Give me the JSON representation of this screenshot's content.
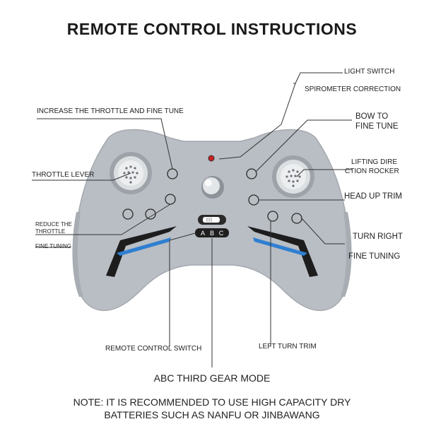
{
  "title": "REMOTE CONTROL INSTRUCTIONS",
  "labels": {
    "light_switch": "LIGHT SWITCH",
    "spirometer_correction": "SPIROMETER CORRECTION",
    "increase_throttle": "INCREASE THE THROTTLE AND FINE TUNE",
    "bow_fine_tune_1": "BOW TO",
    "bow_fine_tune_2": "FINE TUNE",
    "throttle_lever": "THROTTLE LEVER",
    "lifting_rocker_1": "LIFTING DIRE",
    "lifting_rocker_2": "CTION ROCKER",
    "head_up_trim": "HEAD UP TRIM",
    "reduce_throttle_1": "REDUCE THE",
    "reduce_throttle_2": "THROTTLE",
    "fine_tuning_left": "FINE TUNING",
    "turn_right": "TURN RIGHT",
    "fine_tuning_right": "FINE TUNING",
    "remote_control_switch": "REMOTE CONTROL SWITCH",
    "left_turn_trim": "LEFT TURN TRIM"
  },
  "switch_letters": [
    "A",
    "B",
    "C"
  ],
  "mode_caption": "ABC THIRD GEAR MODE",
  "note_line1": "NOTE: IT IS RECOMMENDED TO USE HIGH CAPACITY DRY",
  "note_line2": "BATTERIES SUCH AS NANFU OR JINBAWANG",
  "colors": {
    "controller_body": "#b9bec4",
    "controller_shadow": "#9ea3a9",
    "accent_blue": "#2f7fd1",
    "stripe_black": "#1d1d1d",
    "indicator_red": "#c8201e"
  }
}
